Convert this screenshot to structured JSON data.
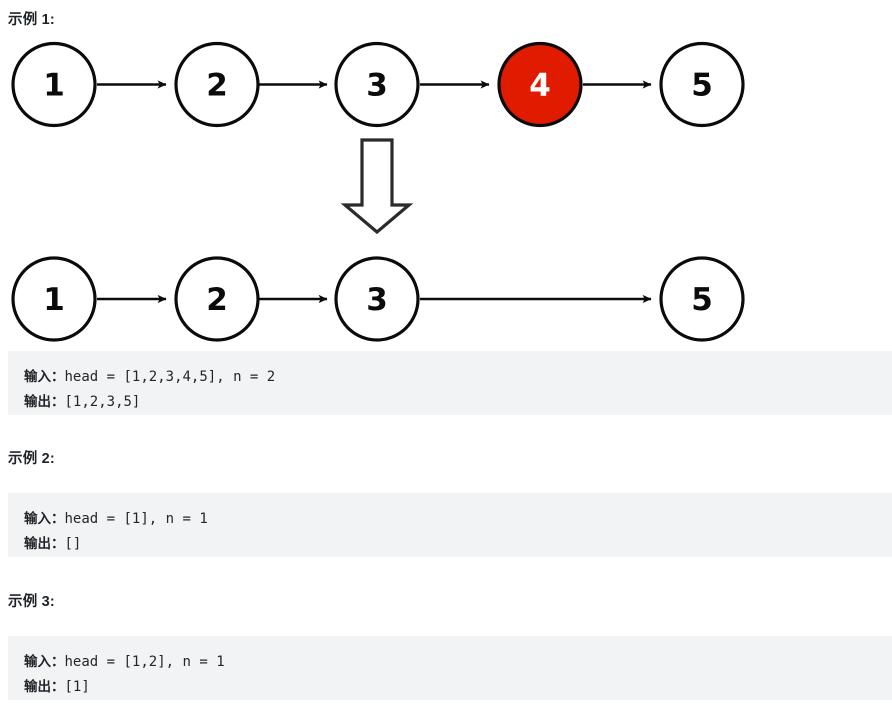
{
  "colors": {
    "page_background": "#ffffff",
    "code_block_background": "#f2f3f5",
    "heading_text": "#1f2328",
    "code_text": "#262626",
    "node_stroke": "#0b0b0b",
    "node_fill": "#ffffff",
    "node_highlight_fill": "#e01b00",
    "node_highlight_text": "#ffffff",
    "arrow": "#0b0b0b"
  },
  "examples": [
    {
      "heading": "示例 1:",
      "input_label": "输入：",
      "input_value": "head = [1,2,3,4,5], n = 2",
      "output_label": "输出：",
      "output_value": "[1,2,3,5]"
    },
    {
      "heading": "示例 2:",
      "input_label": "输入：",
      "input_value": "head = [1], n = 1",
      "output_label": "输出：",
      "output_value": "[]"
    },
    {
      "heading": "示例 3:",
      "input_label": "输入：",
      "input_value": "head = [1,2], n = 1",
      "output_label": "输出：",
      "output_value": "[1]"
    }
  ],
  "diagram": {
    "description": "linked-list-remove-nth-node-from-end",
    "before": {
      "nodes": [
        {
          "label": "1",
          "highlighted": false
        },
        {
          "label": "2",
          "highlighted": false
        },
        {
          "label": "3",
          "highlighted": false
        },
        {
          "label": "4",
          "highlighted": true
        },
        {
          "label": "5",
          "highlighted": false
        }
      ]
    },
    "transform_arrow": "down-block-arrow",
    "after": {
      "nodes": [
        {
          "label": "1",
          "highlighted": false
        },
        {
          "label": "2",
          "highlighted": false
        },
        {
          "label": "3",
          "highlighted": false
        },
        {
          "label": "5",
          "highlighted": false
        }
      ]
    }
  }
}
